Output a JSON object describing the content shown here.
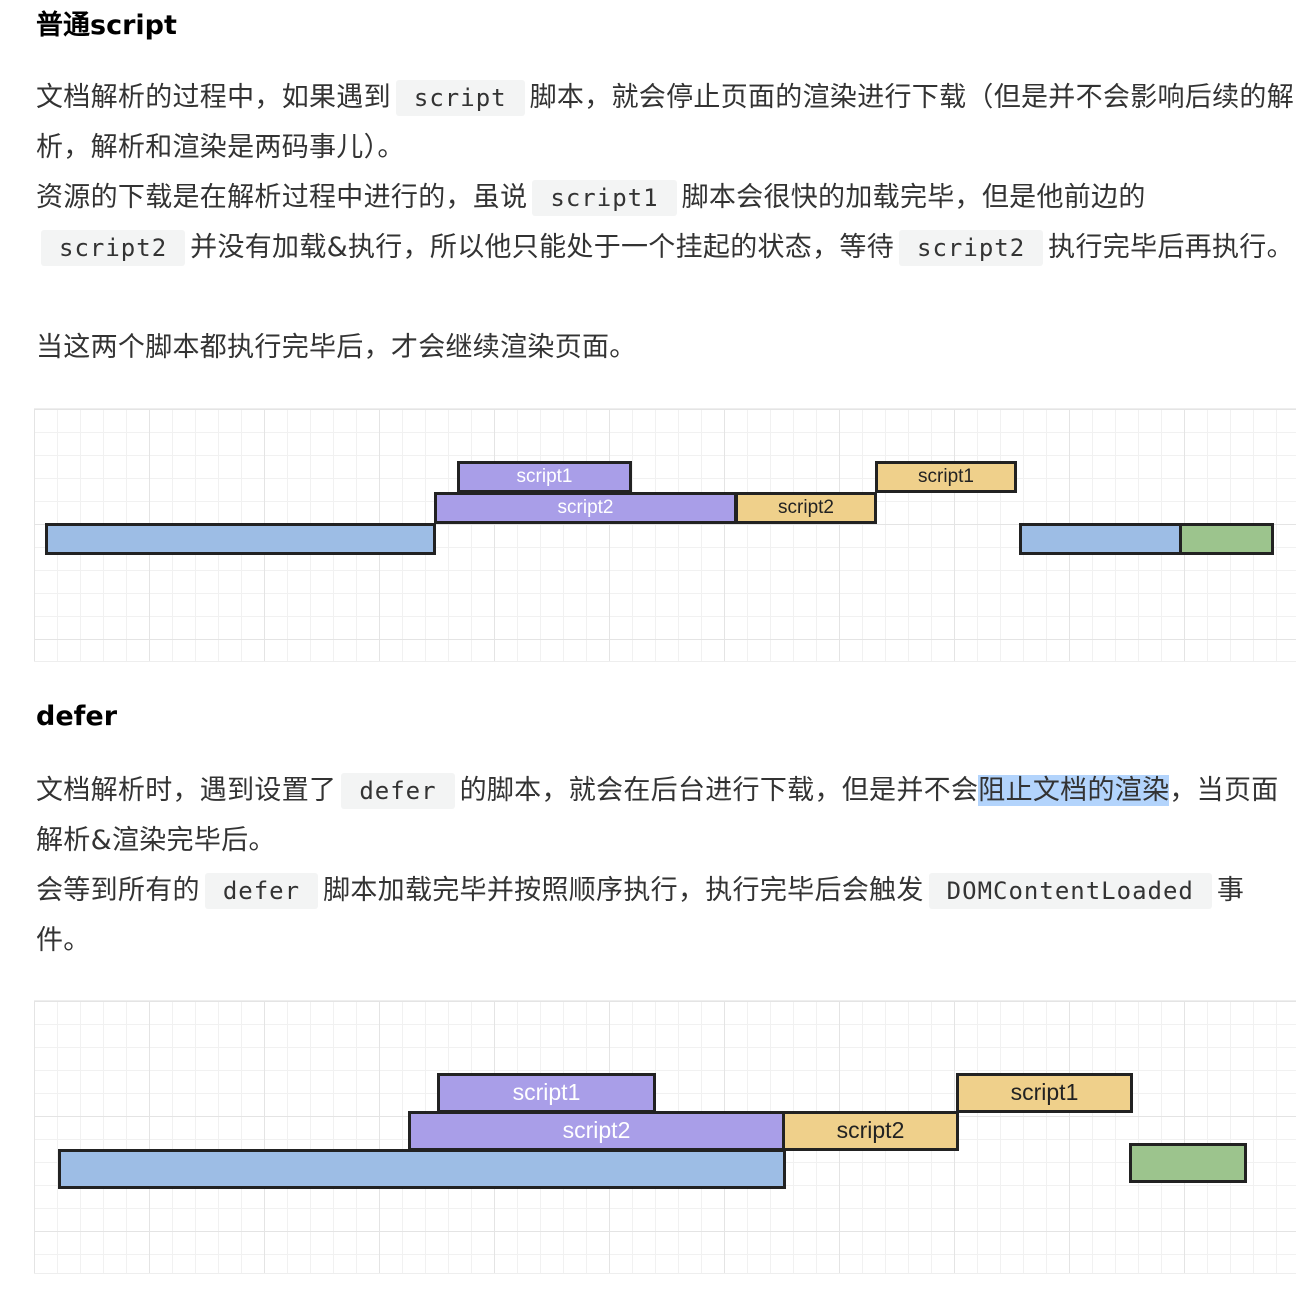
{
  "section_normal": {
    "heading": "普通script",
    "p1": {
      "t1": "文档解析的过程中，如果遇到",
      "c1": "script",
      "t2": "脚本，就会停止页面的渲染进行下载（但是并不会影响后续的解析，解析和渲染是两码事儿）。"
    },
    "p2": {
      "t1": "资源的下载是在解析过程中进行的，虽说",
      "c1": "script1",
      "t2": "脚本会很快的加载完毕，但是他前边的",
      "c2": "script2",
      "t3": "并没有加载&执行，所以他只能处于一个挂起的状态，等待",
      "c3": "script2",
      "t4": "执行完毕后再执行。"
    },
    "p3": "当这两个脚本都执行完毕后，才会继续渲染页面。",
    "diagram": {
      "bars": [
        {
          "label": "script1",
          "color": "purple"
        },
        {
          "label": "script2",
          "color": "purple"
        },
        {
          "label": "script2",
          "color": "yellow"
        },
        {
          "label": "script1",
          "color": "yellow"
        }
      ]
    }
  },
  "section_defer": {
    "heading": "defer",
    "p1": {
      "t1": "文档解析时，遇到设置了",
      "c1": "defer",
      "t2": "的脚本，就会在后台进行下载，但是并不会",
      "hl": "阻止文档的渲染",
      "t3": "，当页面解析&渲染完毕后。"
    },
    "p2": {
      "t1": "会等到所有的",
      "c1": "defer",
      "t2": "脚本加载完毕并按照顺序执行，执行完毕后会触发",
      "c2": "DOMContentLoaded",
      "t3": "事件。"
    },
    "diagram": {
      "bars": [
        {
          "label": "script1",
          "color": "purple"
        },
        {
          "label": "script2",
          "color": "purple"
        },
        {
          "label": "script2",
          "color": "yellow"
        },
        {
          "label": "script1",
          "color": "yellow"
        }
      ]
    }
  },
  "colors": {
    "parse": "#9dbde5",
    "download": "#a99ee8",
    "execute": "#efd08b",
    "render": "#9cc48d"
  }
}
